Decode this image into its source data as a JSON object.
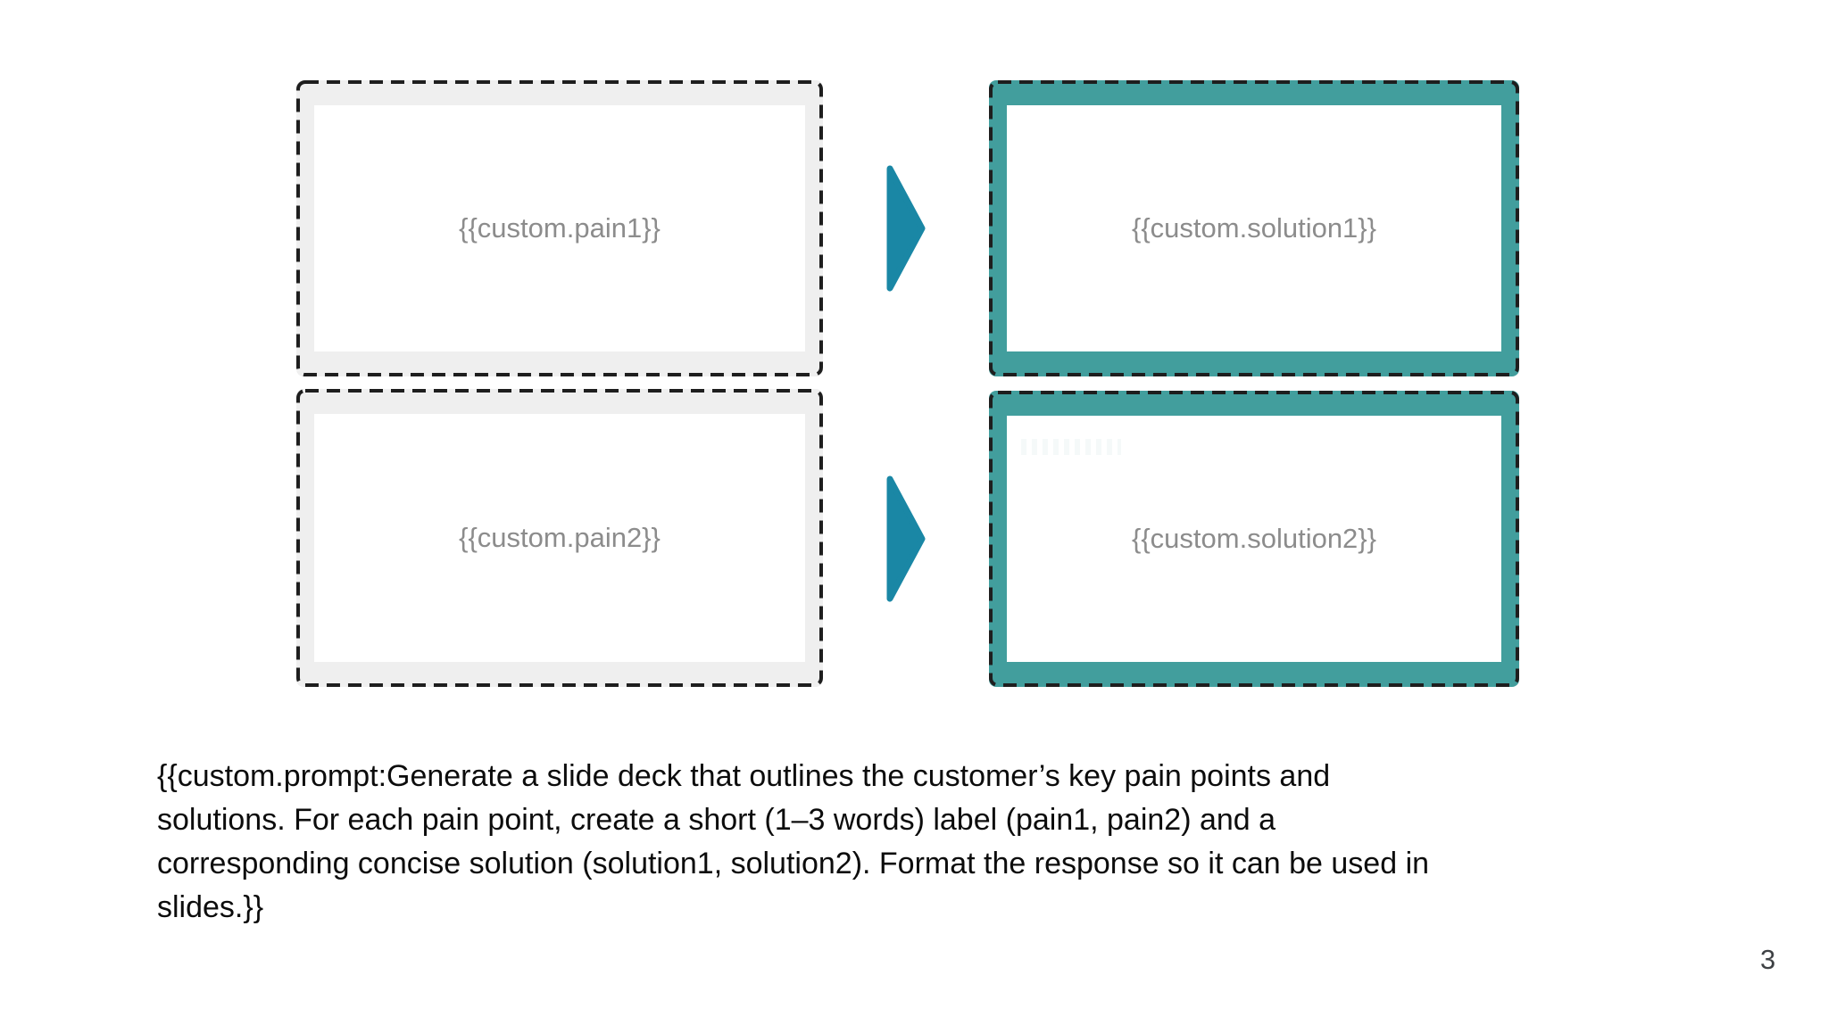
{
  "boxes": {
    "pain1": {
      "label": "{{custom.pain1}}"
    },
    "solution1": {
      "label": "{{custom.solution1}}"
    },
    "pain2": {
      "label": "{{custom.pain2}}"
    },
    "solution2": {
      "label": "{{custom.solution2}}"
    }
  },
  "prompt": {
    "full_text": "{{custom.prompt:Generate a slide deck that outlines the customer’s key pain points and solutions. For each pain point, create a short (1–3 words) label (pain1, pain2) and a corresponding concise solution (solution1, solution2). Format the response so it can be used in slides.}}",
    "lines": [
      "{{custom.prompt:Generate a slide deck that outlines the customer’s key pain points and",
      "solutions. For each pain point, create a short (1–3 words) label (pain1, pain2) and a",
      "corresponding concise solution (solution1, solution2). Format the response so it can be used in",
      "slides.}}"
    ]
  },
  "page_number": "3",
  "icons": {
    "arrow_right": "right-pointing triangle"
  },
  "colors": {
    "solution_frame": "#429e9d",
    "arrow": "#1a87a5",
    "pain_fill": "#efefef",
    "dashed_border": "#1e1e1e",
    "placeholder_text": "#8c8c8c"
  }
}
